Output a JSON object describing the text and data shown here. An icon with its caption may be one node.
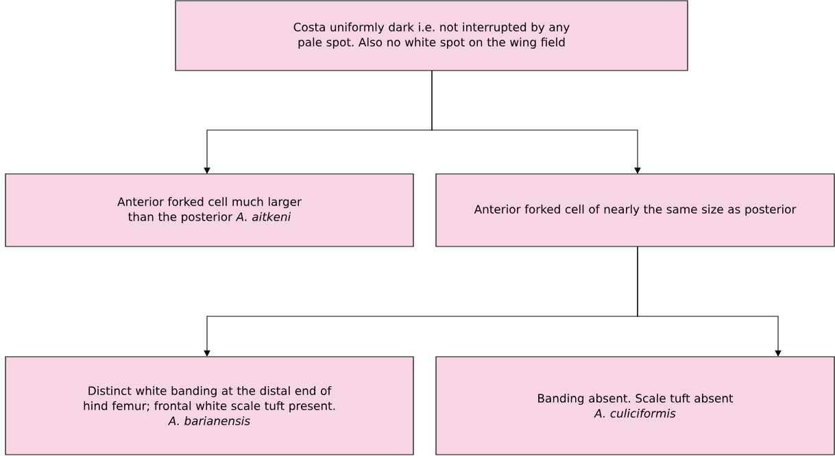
{
  "diagram": {
    "nodes": [
      {
        "text": [
          "Costa uniformly dark i.e. not interrupted by any pale spot. Also no white spot on the wing field"
        ]
      },
      {
        "text": [
          "Anterior forked cell much larger than the posterior *A. aitkeni*"
        ]
      },
      {
        "text": [
          "Anterior forked cell of nearly the same size as posterior"
        ]
      },
      {
        "text": [
          "Distinct white banding at the distal end of hind femur; frontal white scale tuft present.",
          "A. barianensis"
        ]
      },
      {
        "text": [
          "Banding absent. Scale tuft absent",
          "A. culiciformis"
        ]
      }
    ],
    "edges": [
      {
        "from": 0,
        "to": 1,
        "arrow": "to"
      },
      {
        "from": 0,
        "to": 2,
        "arrow": "to"
      },
      {
        "from": 2,
        "to": 3,
        "arrow": "to"
      },
      {
        "from": 2,
        "to": 4,
        "arrow": "to"
      }
    ]
  }
}
